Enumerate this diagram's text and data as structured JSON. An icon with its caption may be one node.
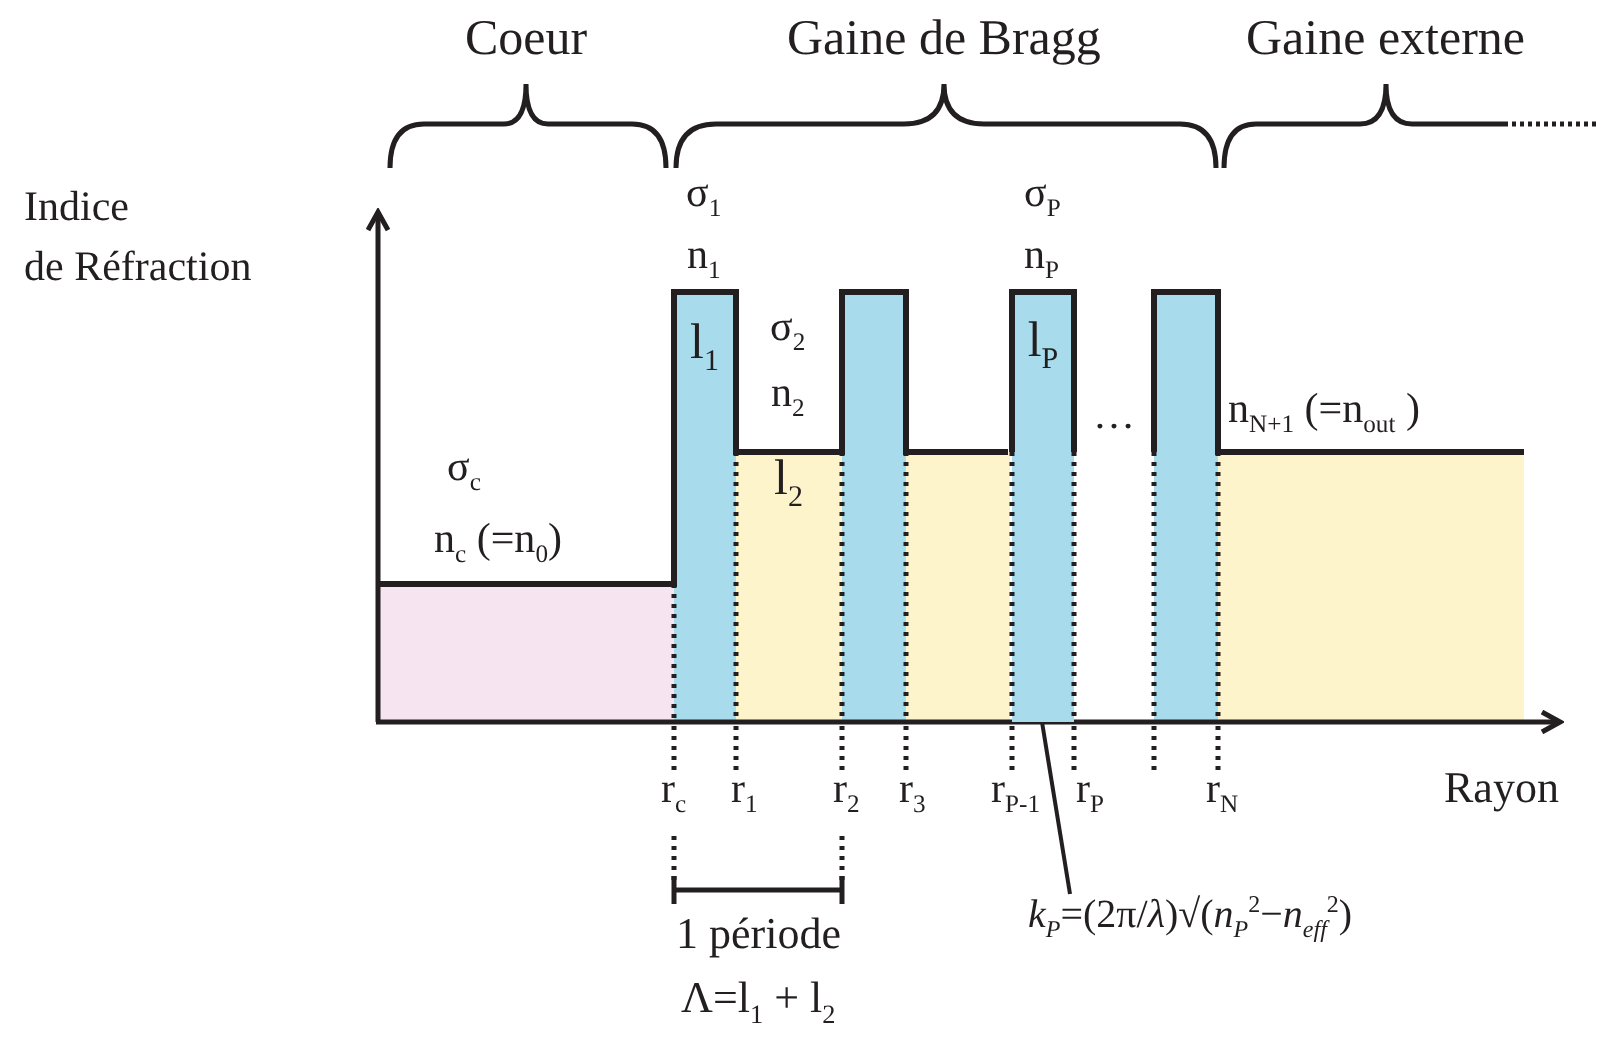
{
  "diagram": {
    "nodes": [
      {
        "text": [
          "l$_{P}$"
        ]
      },
      {
        "text": [
          "*k*$_{P}$=(2π/*λ*)√(*n*$_{P}$$^{2}$−*n*$_{eff}$$^{2}$)"
        ]
      }
    ],
    "edges": [
      {
        "from": 1,
        "to": 0,
        "arrow": "none"
      }
    ],
    "labels": [
      "Coeur",
      "Gaine de Bragg",
      "Gaine externe",
      "Indice",
      "de Réfraction",
      "σ$_{1}$",
      "n$_{1}$",
      "l$_{1}$",
      "σ$_{2}$",
      "n$_{2}$",
      "l$_{2}$",
      "σ$_{P}$",
      "n$_{P}$",
      "…",
      "n$_{N+1}$ (=n$_{out}$ )",
      "σ$_{c}$",
      "n$_{c}$ (=n$_{0}$)",
      "r$_{c}$",
      "r$_{1}$",
      "r$_{2}$",
      "r$_{3}$",
      "r$_{P-1}$",
      "r$_{P}$",
      "r$_{N}$",
      "Rayon",
      "1 période",
      "Λ=l$_{1}$ + l$_{2}$"
    ]
  }
}
